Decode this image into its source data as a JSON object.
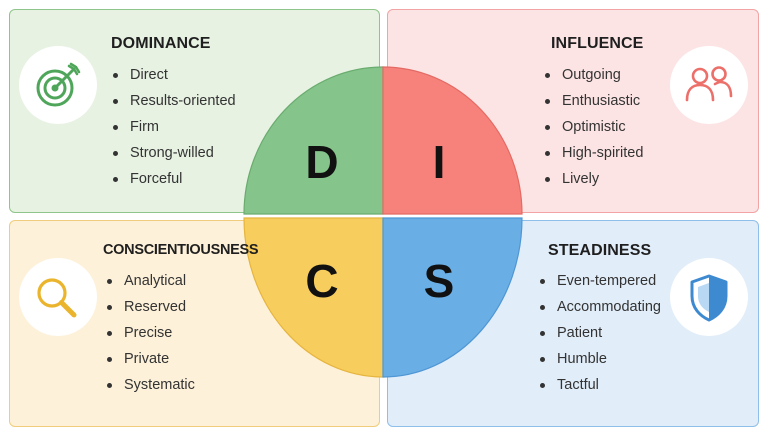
{
  "quadrants": {
    "d": {
      "letter": "D",
      "title": "DOMINANCE",
      "color": "#85c48a",
      "icon": "target-icon",
      "traits": [
        "Direct",
        "Results-oriented",
        "Firm",
        "Strong-willed",
        "Forceful"
      ]
    },
    "i": {
      "letter": "I",
      "title": "INFLUENCE",
      "color": "#f7827c",
      "icon": "people-icon",
      "traits": [
        "Outgoing",
        "Enthusiastic",
        "Optimistic",
        "High-spirited",
        "Lively"
      ]
    },
    "c": {
      "letter": "C",
      "title": "CONSCIENTIOUSNESS",
      "color": "#f7cd5d",
      "icon": "magnifier-icon",
      "traits": [
        "Analytical",
        "Reserved",
        "Precise",
        "Private",
        "Systematic"
      ]
    },
    "s": {
      "letter": "S",
      "title": "STEADINESS",
      "color": "#6aaee6",
      "icon": "shield-icon",
      "traits": [
        "Even-tempered",
        "Accommodating",
        "Patient",
        "Humble",
        "Tactful"
      ]
    }
  }
}
